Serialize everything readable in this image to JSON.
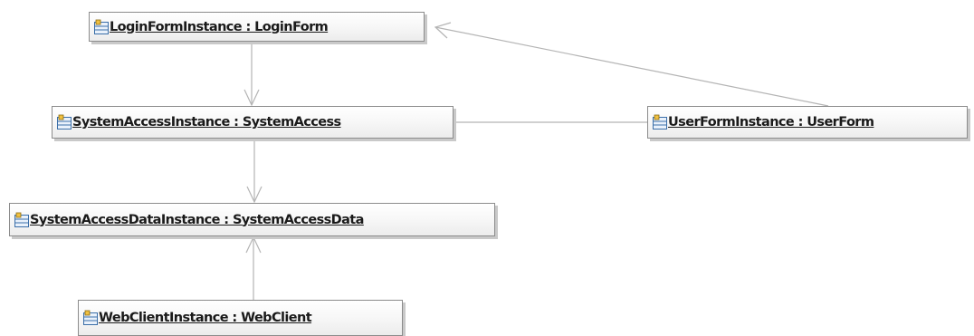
{
  "diagram": {
    "nodes": {
      "login": {
        "label": "LoginFormInstance : LoginForm",
        "icon": "object-instance-icon"
      },
      "access": {
        "label": "SystemAccessInstance : SystemAccess",
        "icon": "object-instance-icon"
      },
      "user": {
        "label": "UserFormInstance : UserForm",
        "icon": "object-instance-icon"
      },
      "data": {
        "label": "SystemAccessDataInstance : SystemAccessData",
        "icon": "object-instance-icon"
      },
      "web": {
        "label": "WebClientInstance : WebClient",
        "icon": "object-instance-icon"
      }
    },
    "links": [
      {
        "from": "login",
        "to": "access",
        "arrow": "open"
      },
      {
        "from": "user",
        "to": "login",
        "arrow": "open"
      },
      {
        "from": "access",
        "to": "user",
        "arrow": "none"
      },
      {
        "from": "access",
        "to": "data",
        "arrow": "open"
      },
      {
        "from": "web",
        "to": "data",
        "arrow": "open"
      }
    ],
    "colors": {
      "line": "#b4b4b4",
      "box_border": "#8c8c8c",
      "text": "#1a1a1a"
    }
  }
}
